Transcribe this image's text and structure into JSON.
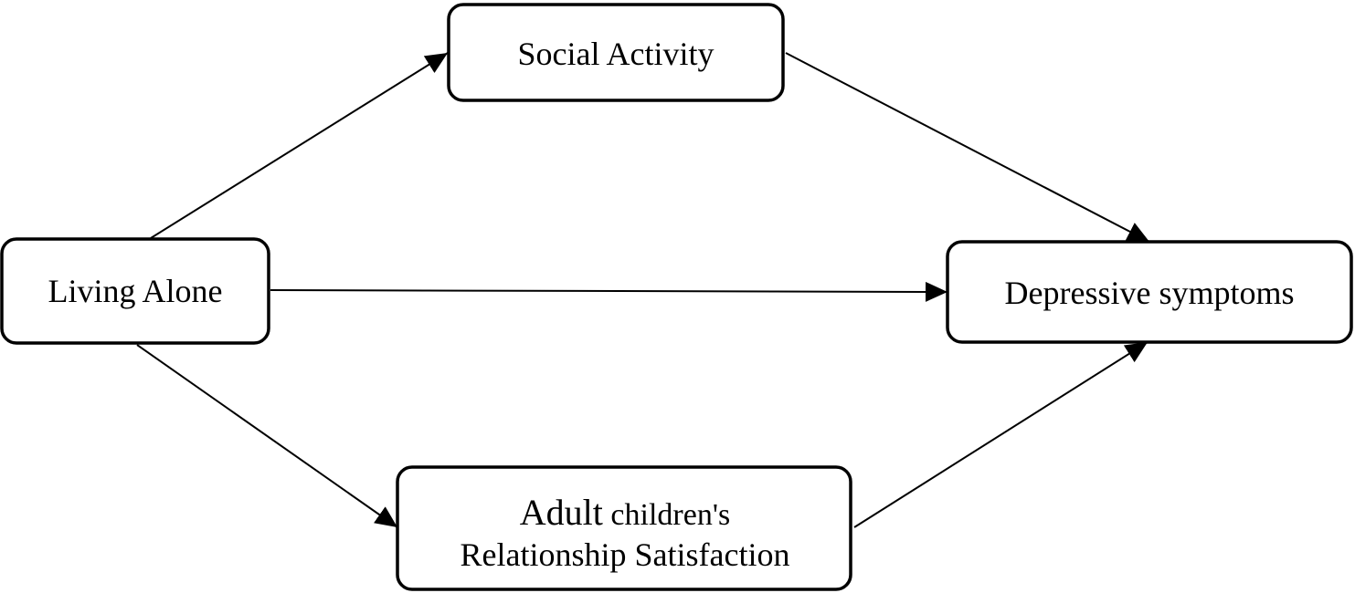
{
  "diagram": {
    "nodes": {
      "living_alone": {
        "label": "Living Alone"
      },
      "social_activity": {
        "label": "Social Activity"
      },
      "depressive_symptoms": {
        "label": "Depressive symptoms"
      },
      "adult_children": {
        "line1_big": "Adult",
        "line1_small": " children's",
        "line2": "Relationship Satisfaction"
      }
    },
    "edges": [
      {
        "from": "Living Alone",
        "to": "Social Activity"
      },
      {
        "from": "Living Alone",
        "to": "Depressive symptoms"
      },
      {
        "from": "Living Alone",
        "to": "Adult children's Relationship Satisfaction"
      },
      {
        "from": "Social Activity",
        "to": "Depressive symptoms"
      },
      {
        "from": "Adult children's Relationship Satisfaction",
        "to": "Depressive symptoms"
      }
    ],
    "colors": {
      "stroke": "#000000",
      "background": "#ffffff"
    }
  }
}
